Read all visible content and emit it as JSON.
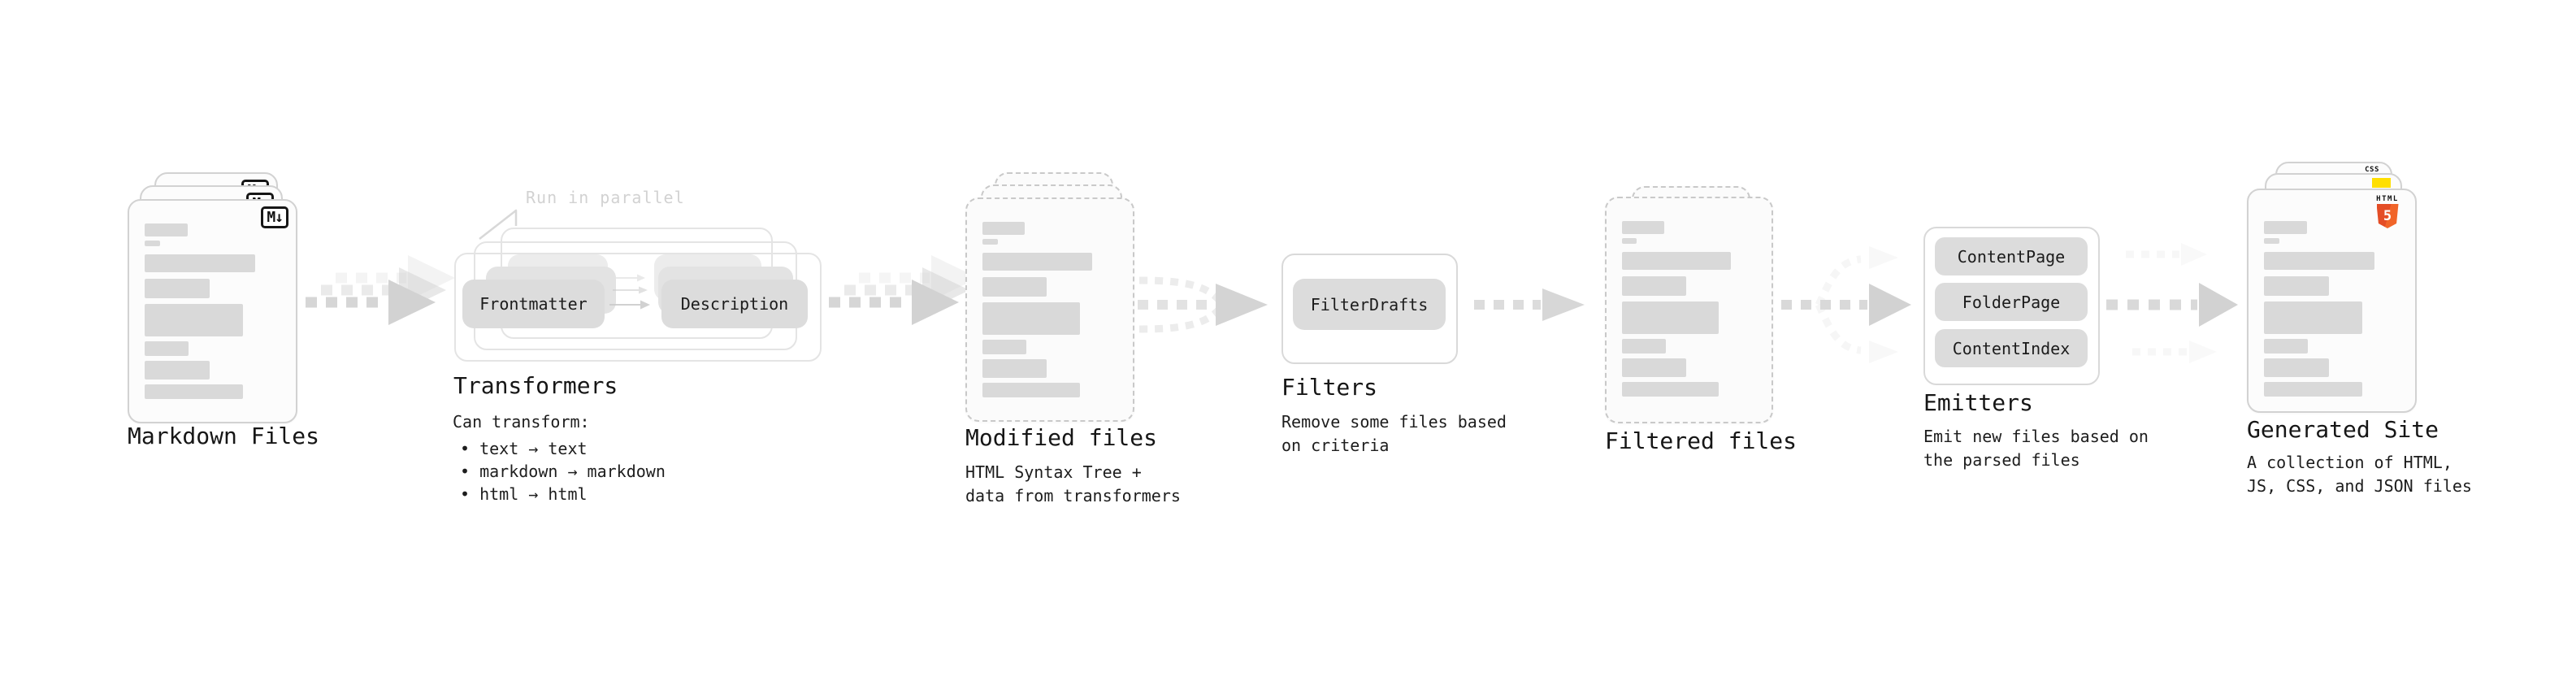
{
  "colors": {
    "text": "#161616",
    "annotation_gray": "#d2d2d2",
    "placeholder_bar": "#d9d9d9",
    "node_gray": "#dcdcdc",
    "arrow_gray": "#d2d2d2",
    "card_border": "#d2d2d2",
    "html5_orange": "#e44d26",
    "js_yellow": "#ffdf00",
    "css_blue": "#2c63e9"
  },
  "stages": {
    "markdown": {
      "title": "Markdown Files",
      "badge": "M↓"
    },
    "transformers": {
      "title": "Transformers",
      "annotation": "Run in parallel",
      "node_frontmatter": "Frontmatter",
      "node_description": "Description",
      "desc": "Can transform:",
      "bullet1": "• text → text",
      "bullet2": "• markdown → markdown",
      "bullet3": "• html → html"
    },
    "modified": {
      "title": "Modified files",
      "desc1": "HTML Syntax Tree +",
      "desc2": "data from transformers"
    },
    "filters": {
      "title": "Filters",
      "node_filterdrafts": "FilterDrafts",
      "desc1": "Remove some files based",
      "desc2": "on criteria"
    },
    "filtered": {
      "title": "Filtered files"
    },
    "emitters": {
      "title": "Emitters",
      "node1": "ContentPage",
      "node2": "FolderPage",
      "node3": "ContentIndex",
      "desc1": "Emit new files based on",
      "desc2": "the parsed files"
    },
    "site": {
      "title": "Generated Site",
      "desc1": "A collection of HTML,",
      "desc2": "JS, CSS, and JSON files",
      "badge_css": "CSS",
      "badge_html_label": "HTML",
      "badge_html_number": "5"
    }
  }
}
